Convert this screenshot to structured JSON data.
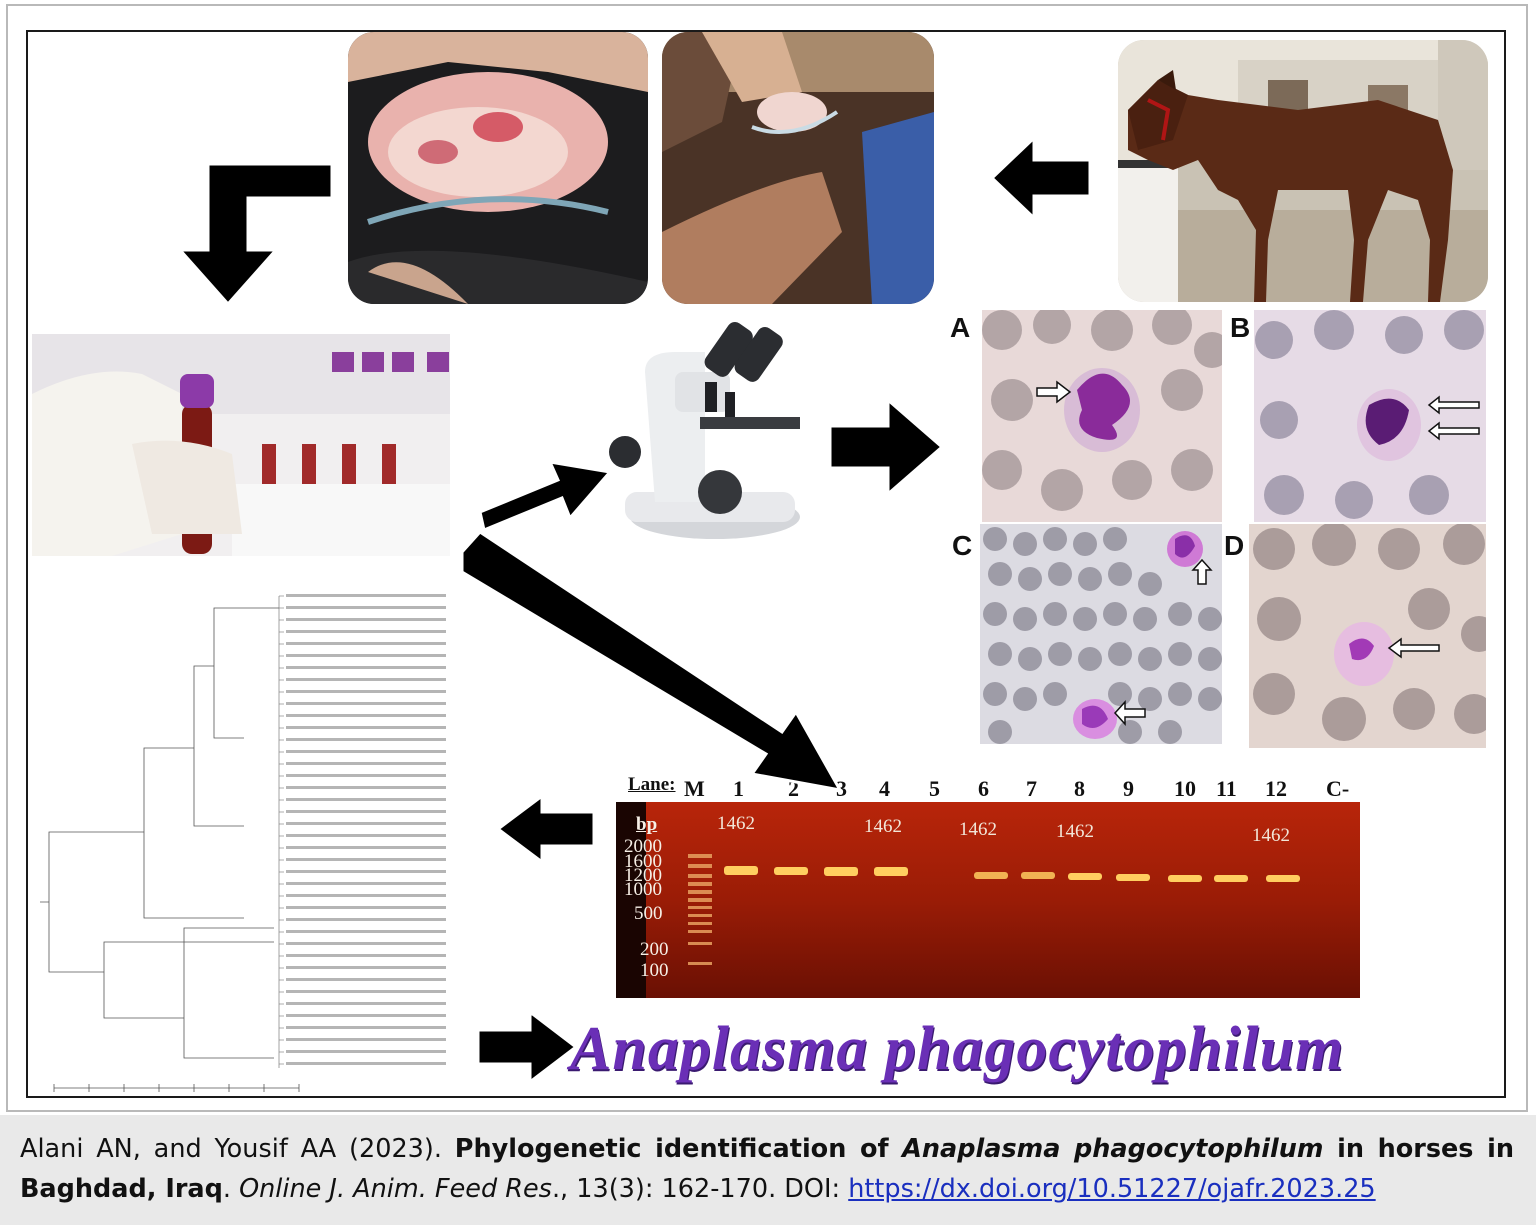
{
  "figure": {
    "species_title": "Anaplasma phagocytophilum",
    "panel_labels": [
      "A",
      "B",
      "C",
      "D"
    ],
    "gel": {
      "lane_header": "Lane:",
      "lanes": [
        "M",
        "1",
        "2",
        "3",
        "4",
        "5",
        "6",
        "7",
        "8",
        "9",
        "10",
        "11",
        "12",
        "C-"
      ],
      "bp_label": "bp",
      "ladder_sizes": [
        "2000",
        "1600",
        "1200",
        "1000",
        "500",
        "200",
        "100"
      ],
      "band_labels": [
        "1462",
        "1462",
        "1462",
        "1462",
        "1462"
      ]
    }
  },
  "caption": {
    "authors": "Alani AN, and Yousif AA (2023). ",
    "title_part1": "Phylogenetic identification of ",
    "title_species": "Anaplasma phagocytophilum",
    "title_part2": " in horses in Baghdad, Iraq",
    "separator": ". ",
    "journal": "Online J. Anim. Feed Res",
    "citation_tail": "., 13(3): 162-170. DOI: ",
    "doi_url": "https://dx.doi.org/10.51227/ojafr.2023.25"
  }
}
